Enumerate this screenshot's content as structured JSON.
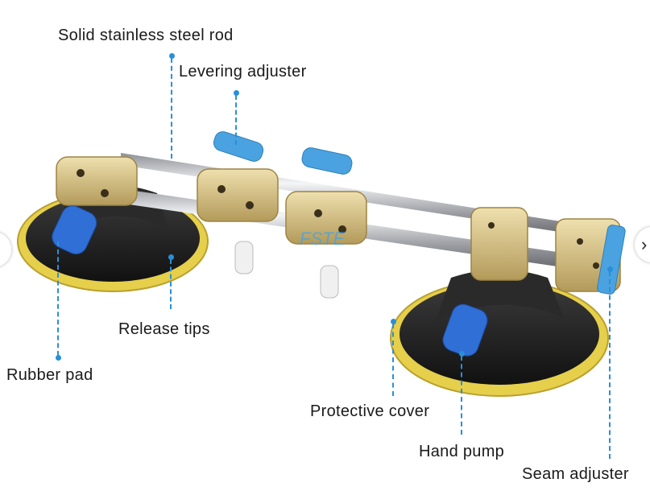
{
  "labels": {
    "rod": "Solid stainless steel rod",
    "levering": "Levering adjuster",
    "release": "Release tips",
    "rubber": "Rubber pad",
    "cover": "Protective cover",
    "pump": "Hand pump",
    "seam": "Seam adjuster"
  },
  "watermark": "FSTE",
  "carousel": {
    "prev": "‹",
    "next": "›"
  },
  "colors": {
    "accent": "#2a8fd8",
    "gold": "#d9c48a",
    "knob": "#2f6fd6",
    "handle": "#4aa3e0"
  }
}
